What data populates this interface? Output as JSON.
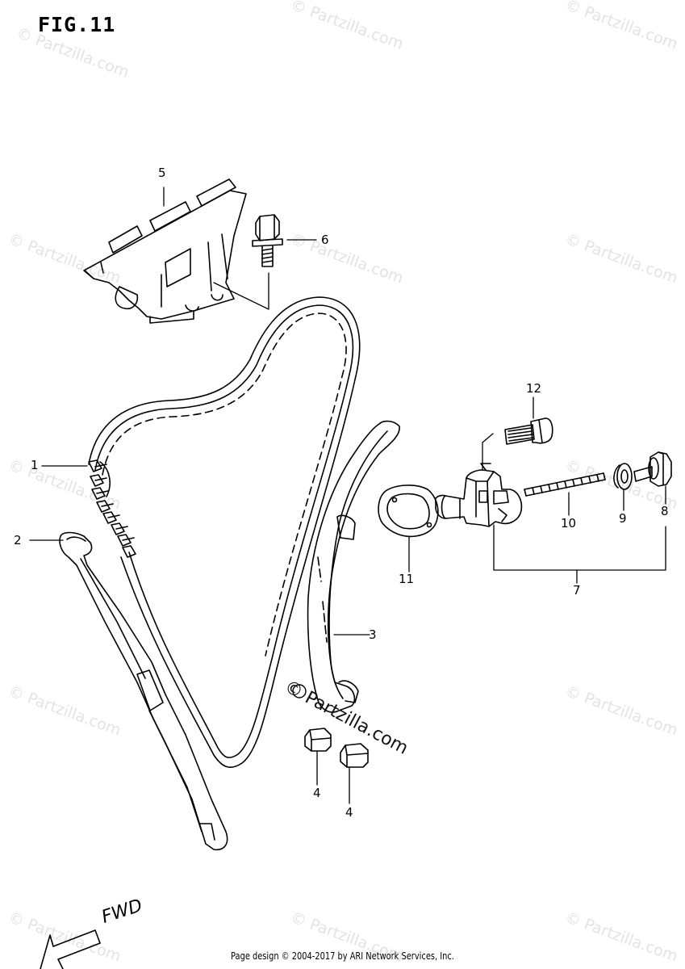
{
  "figure": {
    "title": "FIG.11",
    "callouts": [
      "1",
      "2",
      "3",
      "4",
      "4",
      "5",
      "6",
      "7",
      "8",
      "9",
      "10",
      "11",
      "12"
    ],
    "fwd_label": "FWD"
  },
  "watermark": {
    "text": "© Partzilla.com",
    "center_text": "© Partzilla.com"
  },
  "footer": {
    "text": "Page design © 2004-2017 by ARI Network Services, Inc."
  },
  "colors": {
    "line": "#000000",
    "watermark": "#e3e3e3",
    "background": "#ffffff"
  }
}
